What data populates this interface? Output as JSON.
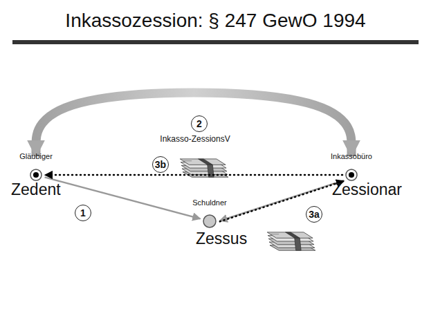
{
  "diagram": {
    "title": "Inkassozession: § 247 GewO 1994",
    "nodes": [
      {
        "text": [
          "Gläubiger",
          "Zedent"
        ]
      },
      {
        "text": [
          "Schuldner",
          "Zessus"
        ]
      },
      {
        "text": [
          "Inkassobüro",
          "Zessionar"
        ]
      }
    ],
    "edges": [
      {
        "from": 0,
        "to": 1,
        "arrow": "to",
        "label": "1"
      },
      {
        "from": 2,
        "to": 1,
        "arrow": "to"
      },
      {
        "from": 2,
        "to": 0,
        "arrow": "both",
        "label": "2"
      },
      {
        "from": 1,
        "to": 2,
        "arrow": "to",
        "label": "3a"
      },
      {
        "from": 2,
        "to": 0,
        "arrow": "to",
        "label": "3b"
      }
    ],
    "labels": [
      "Inkasso-ZessionsV"
    ]
  }
}
